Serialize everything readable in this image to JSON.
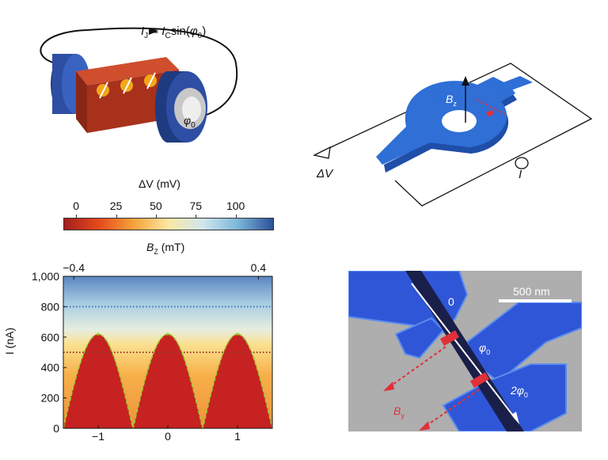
{
  "panel_a": {
    "formula": {
      "lhs": "I",
      "lhs_sub": "J",
      "eq": " = ",
      "rhs": "I",
      "rhs_sub": "C",
      "func": "sin(",
      "phi": "φ",
      "phi_sub": "0",
      "close": ")"
    },
    "phase_label": "φ",
    "phase_sub": "0",
    "colors": {
      "rod": "#b33a22",
      "cap": "#2d4ea3",
      "spin": "#f2a71b"
    }
  },
  "panel_b": {
    "delta_v_label": "ΔV",
    "bz_label": "B",
    "bz_sub": "z",
    "current_label": "I",
    "colors": {
      "device": "#2f6fd6",
      "junction": "#e0303a"
    }
  },
  "colorbar": {
    "label": "ΔV (mV)",
    "ticks": [
      "0",
      "25",
      "50",
      "75",
      "100"
    ],
    "tick_values": [
      0,
      25,
      50,
      75,
      100
    ],
    "range": [
      -8,
      123
    ],
    "stops": [
      "#a41e1e",
      "#e64a1c",
      "#f6a23a",
      "#fbe9a4",
      "#cfe6ee",
      "#7ab6d8",
      "#2c4f9c"
    ]
  },
  "chart_data": {
    "type": "heatmap",
    "title": "",
    "xlabel": "",
    "ylabel": "I (nA)",
    "top_axis_label": "B",
    "top_axis_sub": "Z",
    "top_axis_unit": " (mT)",
    "xlim": [
      -1.5,
      1.5
    ],
    "ylim": [
      0,
      1000
    ],
    "xticks": [
      -1,
      0,
      1
    ],
    "xtick_labels": [
      "−1",
      "0",
      "1"
    ],
    "yticks": [
      0,
      200,
      400,
      600,
      800,
      1000
    ],
    "ytick_labels": [
      "0",
      "200",
      "400",
      "600",
      "800",
      "1,000"
    ],
    "top_xticks": [
      -0.4,
      0.4
    ],
    "top_xtick_labels": [
      "−0.4",
      "0.4"
    ],
    "reference_lines": [
      {
        "y": 800,
        "color": "#3b78b7"
      },
      {
        "y": 500,
        "color": "#9b3b2c"
      }
    ],
    "critical_current_fit": {
      "function": "Ic = 620 · |cos(π·x)|",
      "amplitude_nA": 620,
      "period": 1,
      "color": "#9acd32"
    },
    "zero_field_crossings_x": [
      -1.5,
      -0.5,
      0.5,
      1.5
    ],
    "lobe_peaks": [
      {
        "x": -1,
        "I": 620
      },
      {
        "x": 0,
        "I": 620
      },
      {
        "x": 1,
        "I": 620
      }
    ]
  },
  "panel_d": {
    "scale_label": "500 nm",
    "phase_top": "0",
    "phase_mid": "φ",
    "phase_mid_sub": "0",
    "phase_bot_pre": "2φ",
    "phase_bot_sub": "0",
    "field_label": "B",
    "field_sub": "y",
    "colors": {
      "electrode": "#2f56d6",
      "background": "#a9a9a9",
      "junction": "#e0303a"
    }
  }
}
